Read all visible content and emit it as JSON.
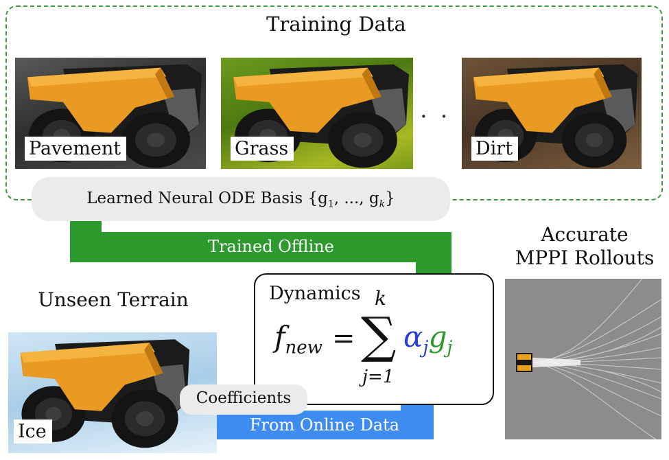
{
  "training": {
    "title": "Training Data",
    "terrains": [
      {
        "label": "Pavement"
      },
      {
        "label": "Grass"
      },
      {
        "label": "Dirt"
      }
    ],
    "ellipsis": "· · ·"
  },
  "basis": {
    "label": "Learned Neural ODE Basis {g",
    "sub1": "1",
    "mid": ", ..., g",
    "subk": "k",
    "close": "}"
  },
  "offline": {
    "label": "Trained Offline"
  },
  "unseen": {
    "title": "Unseen Terrain",
    "terrain_label": "Ice"
  },
  "dynamics": {
    "title": "Dynamics",
    "f": "f",
    "f_sub": "new",
    "equals": "=",
    "sum": "∑",
    "sum_top": "k",
    "sum_bottom": "j=1",
    "alpha": "α",
    "alpha_sub": "j",
    "g": "g",
    "g_sub": "j"
  },
  "coefficients": {
    "label": "Coefficients"
  },
  "online": {
    "label": "From Online Data"
  },
  "rollouts": {
    "line1": "Accurate",
    "line2": "MPPI Rollouts"
  },
  "colors": {
    "green_arrow": "#2e9a2e",
    "blue_arrow": "#3f8cf0",
    "alpha_blue": "#2a3fd8",
    "g_green": "#2e9a2e",
    "dash_green": "#3c9a3c"
  }
}
